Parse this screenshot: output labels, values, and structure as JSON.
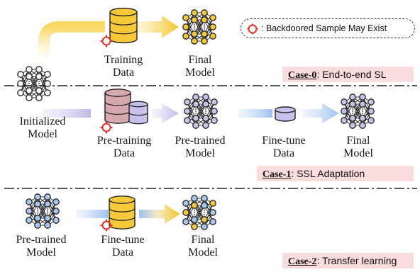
{
  "legend": {
    "text": ": Backdoored Sample May Exist",
    "icon": "backdoor-trigger-icon",
    "icon_color": "#e0342c"
  },
  "nodes": {
    "initialized_model": [
      "Initialized",
      "Model"
    ],
    "training_data": [
      "Training",
      "Data"
    ],
    "final_model_0": [
      "Final",
      "Model"
    ],
    "pretraining_data": [
      "Pre-training",
      "Data"
    ],
    "pretrained_model_1": [
      "Pre-trained",
      "Model"
    ],
    "finetune_data_1": [
      "Fine-tune",
      "Data"
    ],
    "final_model_1": [
      "Final",
      "Model"
    ],
    "pretrained_model_2": [
      "Pre-trained",
      "Model"
    ],
    "finetune_data_2": [
      "Fine-tune",
      "Data"
    ],
    "final_model_2": [
      "Final",
      "Model"
    ]
  },
  "cases": [
    {
      "label": "Case-0",
      "text": ": End-to-end SL"
    },
    {
      "label": "Case-1",
      "text": ": SSL Adaptation"
    },
    {
      "label": "Case-2",
      "text": ": Transfer learning"
    }
  ],
  "colors": {
    "yellow": "#f6c93a",
    "purple": "#c9c1e9",
    "blue": "#a7c7ee",
    "pink_bg": "#f9dcdc",
    "red": "#e0342c"
  }
}
